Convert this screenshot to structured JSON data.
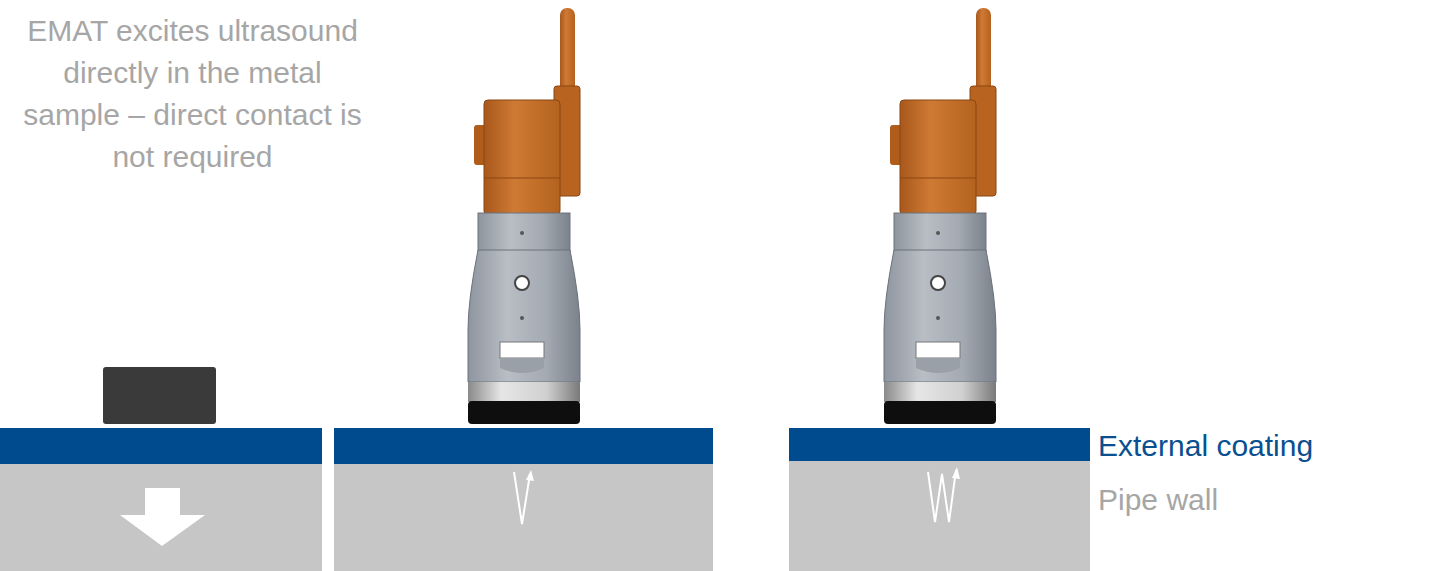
{
  "diagram": {
    "labels": [
      "EMAT excites ultrasound directly in the metal sample – direct contact is not required",
      "External coating",
      "Pipe wall"
    ]
  }
}
